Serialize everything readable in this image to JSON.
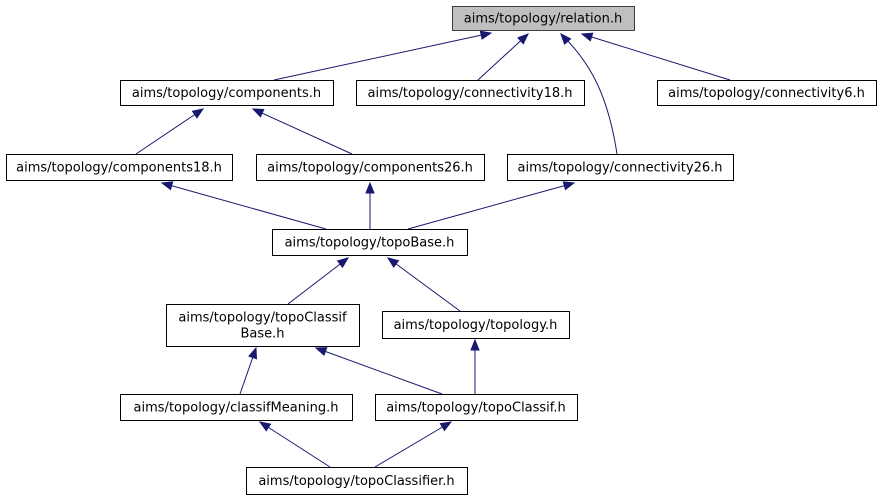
{
  "graph": {
    "nodes": [
      {
        "id": "relation",
        "lines": [
          "aims/topology/relation.h"
        ],
        "highlight": true
      },
      {
        "id": "components",
        "lines": [
          "aims/topology/components.h"
        ]
      },
      {
        "id": "connectivity18",
        "lines": [
          "aims/topology/connectivity18.h"
        ]
      },
      {
        "id": "connectivity6",
        "lines": [
          "aims/topology/connectivity6.h"
        ]
      },
      {
        "id": "components18",
        "lines": [
          "aims/topology/components18.h"
        ]
      },
      {
        "id": "components26",
        "lines": [
          "aims/topology/components26.h"
        ]
      },
      {
        "id": "connectivity26",
        "lines": [
          "aims/topology/connectivity26.h"
        ]
      },
      {
        "id": "topoBase",
        "lines": [
          "aims/topology/topoBase.h"
        ]
      },
      {
        "id": "topoClassifBase",
        "lines": [
          "aims/topology/topoClassif",
          "Base.h"
        ]
      },
      {
        "id": "topology",
        "lines": [
          "aims/topology/topology.h"
        ]
      },
      {
        "id": "classifMeaning",
        "lines": [
          "aims/topology/classifMeaning.h"
        ]
      },
      {
        "id": "topoClassif",
        "lines": [
          "aims/topology/topoClassif.h"
        ]
      },
      {
        "id": "topoClassifier",
        "lines": [
          "aims/topology/topoClassifier.h"
        ]
      }
    ],
    "edges": [
      {
        "from": "components",
        "to": "relation"
      },
      {
        "from": "connectivity18",
        "to": "relation"
      },
      {
        "from": "connectivity26",
        "to": "relation"
      },
      {
        "from": "connectivity6",
        "to": "relation"
      },
      {
        "from": "components18",
        "to": "components"
      },
      {
        "from": "components26",
        "to": "components"
      },
      {
        "from": "topoBase",
        "to": "components18"
      },
      {
        "from": "topoBase",
        "to": "components26"
      },
      {
        "from": "topoBase",
        "to": "connectivity26"
      },
      {
        "from": "topoClassifBase",
        "to": "topoBase"
      },
      {
        "from": "topology",
        "to": "topoBase"
      },
      {
        "from": "classifMeaning",
        "to": "topoClassifBase"
      },
      {
        "from": "topoClassif",
        "to": "topoClassifBase"
      },
      {
        "from": "topoClassif",
        "to": "topology"
      },
      {
        "from": "topoClassifier",
        "to": "classifMeaning"
      },
      {
        "from": "topoClassifier",
        "to": "topoClassif"
      }
    ]
  }
}
